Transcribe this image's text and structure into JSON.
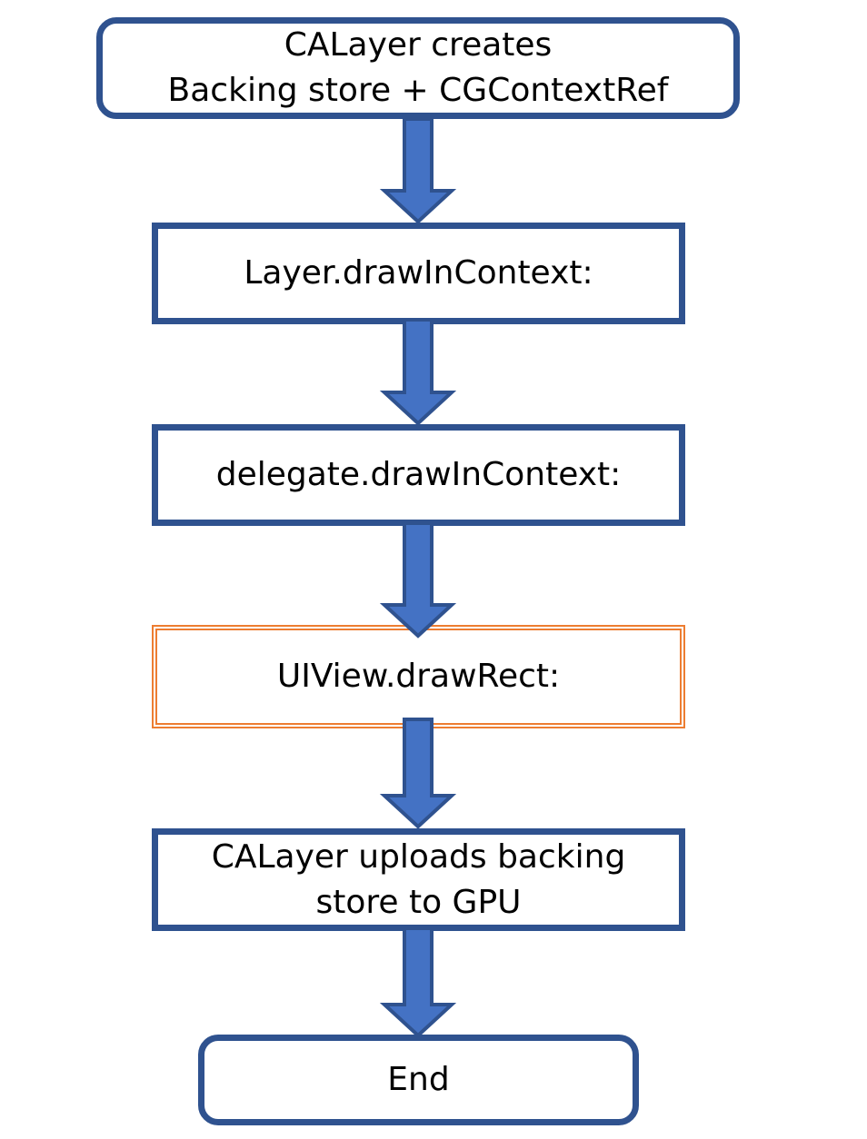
{
  "diagram": {
    "nodes": [
      {
        "id": "calayer-creates",
        "lines": [
          "CALayer creates",
          "Backing store + CGContextRef"
        ]
      },
      {
        "id": "layer-draw",
        "lines": [
          "Layer.drawInContext:"
        ]
      },
      {
        "id": "delegate-draw",
        "lines": [
          "delegate.drawInContext:"
        ]
      },
      {
        "id": "uiview-drawrect",
        "lines": [
          "UIView.drawRect:"
        ]
      },
      {
        "id": "calayer-uploads",
        "lines": [
          "CALayer uploads backing",
          "store to GPU"
        ]
      },
      {
        "id": "end",
        "lines": [
          "End"
        ]
      }
    ],
    "edges": [
      {
        "from": "calayer-creates",
        "to": "layer-draw"
      },
      {
        "from": "layer-draw",
        "to": "delegate-draw"
      },
      {
        "from": "delegate-draw",
        "to": "uiview-drawrect"
      },
      {
        "from": "uiview-drawrect",
        "to": "calayer-uploads"
      },
      {
        "from": "calayer-uploads",
        "to": "end"
      }
    ],
    "colors": {
      "box_border": "#2f528f",
      "arrow_fill": "#4472c4",
      "arrow_stroke": "#2f528f",
      "highlight_border": "#ed7d31"
    }
  }
}
